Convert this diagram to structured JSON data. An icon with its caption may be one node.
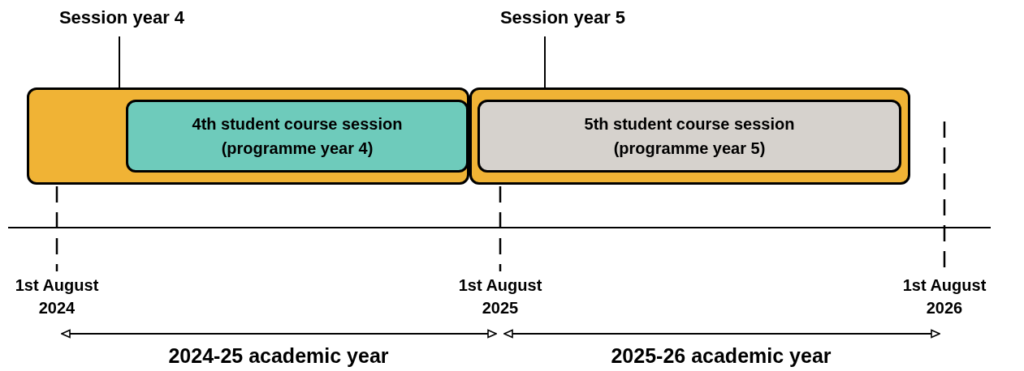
{
  "diagram": {
    "nodes": [
      {
        "text": [
          "Session year 4"
        ]
      },
      {
        "text": [],
        "shape": "box"
      },
      {
        "text": [
          "4th student course session (programme year 4)"
        ],
        "in": 1
      },
      {
        "text": [
          "Session year 5"
        ]
      },
      {
        "text": [],
        "shape": "box"
      },
      {
        "text": [
          "5th student course session (programme year 5)"
        ],
        "in": 4
      }
    ],
    "edges": [
      {
        "from": 0,
        "to": 1,
        "arrow": "none"
      },
      {
        "from": 3,
        "to": 4,
        "arrow": "none"
      }
    ],
    "labels": [
      "1st August 2024",
      "1st August 2025",
      "1st August 2026",
      "2024-25 academic year",
      "2025-26 academic year"
    ]
  }
}
